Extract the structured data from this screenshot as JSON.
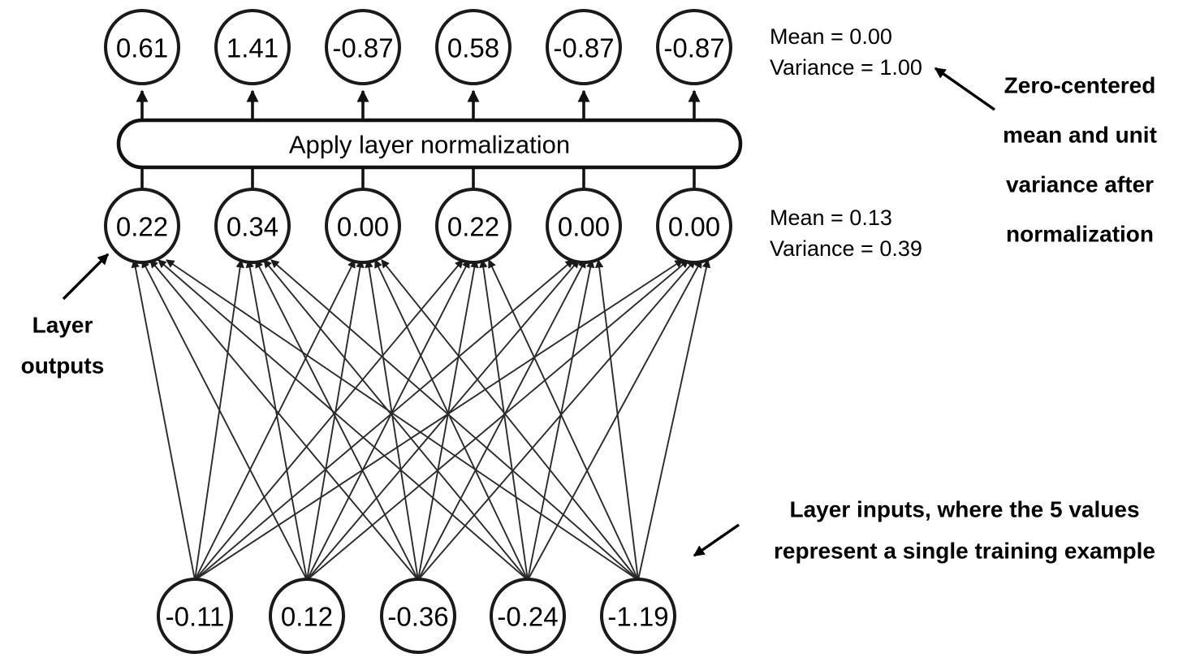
{
  "title": "Layer normalization diagram",
  "layers": {
    "normalized_outputs": {
      "label": "normalized-output-nodes",
      "values": [
        "0.61",
        "1.41",
        "-0.87",
        "0.58",
        "-0.87",
        "-0.87"
      ],
      "stats": {
        "mean": "Mean = 0.00",
        "variance": "Variance = 1.00"
      }
    },
    "layer_outputs": {
      "label": "layer-output-nodes",
      "values": [
        "0.22",
        "0.34",
        "0.00",
        "0.22",
        "0.00",
        "0.00"
      ],
      "stats": {
        "mean": "Mean = 0.13",
        "variance": "Variance = 0.39"
      }
    },
    "layer_inputs": {
      "label": "layer-input-nodes",
      "values": [
        "-0.11",
        "0.12",
        "-0.36",
        "-0.24",
        "-1.19"
      ]
    }
  },
  "norm_box": {
    "label": "Apply layer normalization"
  },
  "callouts": {
    "layer_outputs": {
      "line1": "Layer",
      "line2": "outputs"
    },
    "zero_centered": {
      "line1": "Zero-centered",
      "line2": "mean and unit",
      "line3": "variance after",
      "line4": "normalization"
    },
    "layer_inputs": {
      "line1": "Layer inputs, where the 5 values",
      "line2": "represent a single training example"
    }
  },
  "colors": {
    "stroke": "#1a1a1a",
    "edge": "#2b2b2b",
    "background": "#ffffff",
    "text": "#000000"
  },
  "chart_data": {
    "type": "diagram",
    "title": "Layer normalization over a single training example",
    "nodes": {
      "inputs": [
        -0.11,
        0.12,
        -0.36,
        -0.24,
        -1.19
      ],
      "layer_outputs": [
        0.22,
        0.34,
        0.0,
        0.22,
        0.0,
        0.0
      ],
      "normalized_outputs": [
        0.61,
        1.41,
        -0.87,
        0.58,
        -0.87,
        -0.87
      ]
    },
    "statistics": {
      "layer_outputs": {
        "mean": 0.13,
        "variance": 0.39
      },
      "normalized_outputs": {
        "mean": 0.0,
        "variance": 1.0
      }
    },
    "connectivity": "fully-connected 5x6"
  }
}
